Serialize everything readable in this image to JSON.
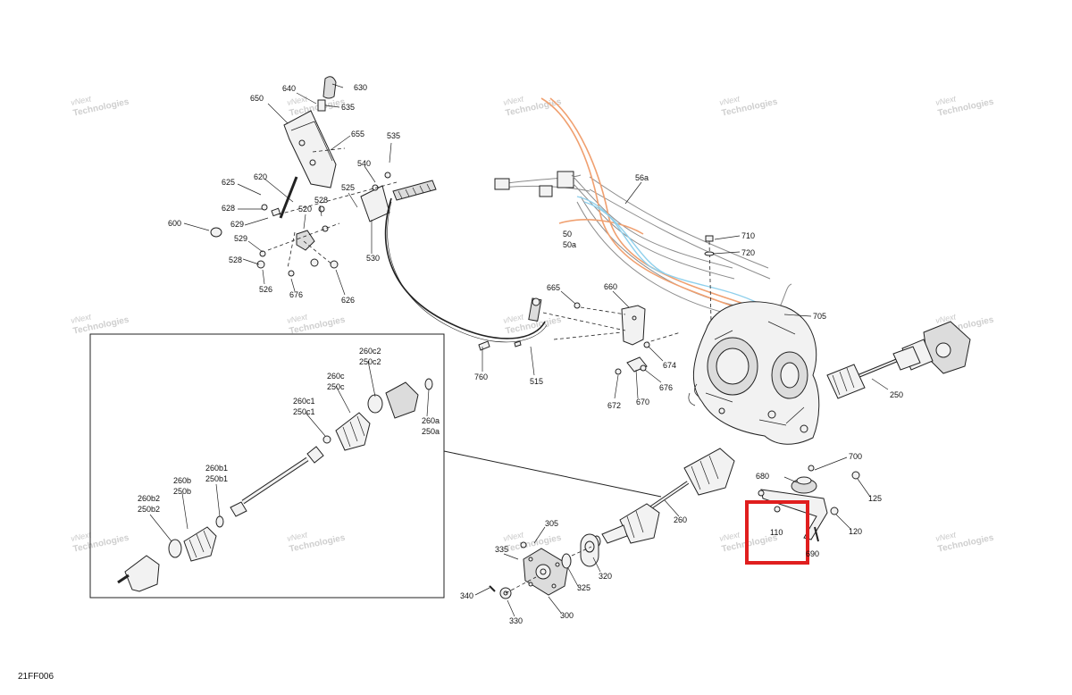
{
  "diagram_code": "21FF006",
  "watermark": {
    "line1": "vNext",
    "line2": "Technologies"
  },
  "labels": {
    "p630": "630",
    "p640": "640",
    "p635": "635",
    "p650": "650",
    "p655": "655",
    "p535": "535",
    "p540": "540",
    "p625": "625",
    "p620": "620",
    "p628": "628",
    "p520": "520",
    "p528a": "528",
    "p525": "525",
    "p629": "629",
    "p600": "600",
    "p529": "529",
    "p528b": "528",
    "p526": "526",
    "p676a": "676",
    "p626": "626",
    "p530": "530",
    "p56a": "56a",
    "p50": "50",
    "p50a": "50a",
    "p710": "710",
    "p720": "720",
    "p665": "665",
    "p660": "660",
    "p705": "705",
    "p674": "674",
    "p676b": "676",
    "p672": "672",
    "p670": "670",
    "p760": "760",
    "p515": "515",
    "p250": "250",
    "p700": "700",
    "p680": "680",
    "p125": "125",
    "p260": "260",
    "p120": "120",
    "p110": "110",
    "p690": "690",
    "p305": "305",
    "p335": "335",
    "p320": "320",
    "p325": "325",
    "p340": "340",
    "p330": "330",
    "p300": "300",
    "p260c2": "260c2",
    "p250c2": "250c2",
    "p260c": "260c",
    "p250c": "250c",
    "p260c1": "260c1",
    "p250c1": "250c1",
    "p260a": "260a",
    "p250a": "250a",
    "p260b1": "260b1",
    "p250b1": "250b1",
    "p260b": "260b",
    "p250b": "250b",
    "p260b2": "260b2",
    "p250b2": "250b2"
  },
  "highlight_color": "#e01e1e"
}
